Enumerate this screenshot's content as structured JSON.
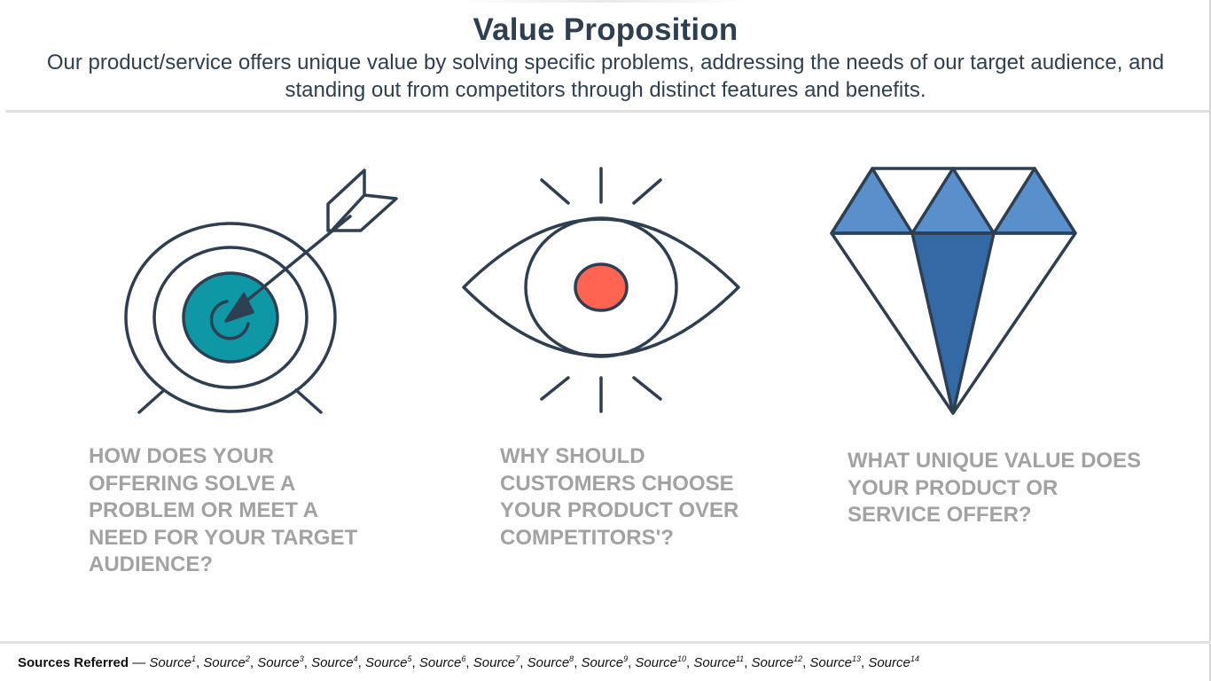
{
  "header": {
    "title": "Value Proposition",
    "subtitle": "Our product/service offers unique value by solving specific problems, addressing the needs of our target audience, and standing out from competitors through distinct features and benefits."
  },
  "icons": {
    "target": "target-with-arrow-icon",
    "eye": "eye-icon",
    "diamond": "diamond-icon"
  },
  "colors": {
    "text_dark": "#2f3f52",
    "question_gray": "#a2a2a2",
    "target_teal": "#0e98a6",
    "eye_coral": "#ff6352",
    "diamond_light": "#5990cc",
    "diamond_dark": "#336aa5"
  },
  "questions": [
    "HOW DOES YOUR OFFERING SOLVE A PROBLEM OR MEET A NEED FOR YOUR TARGET AUDIENCE?",
    "WHY SHOULD CUSTOMERS CHOOSE YOUR PRODUCT OVER COMPETITORS'?",
    "WHAT UNIQUE VALUE DOES YOUR PRODUCT OR SERVICE OFFER?"
  ],
  "footer": {
    "label": "Sources Referred",
    "dash": " — ",
    "source_word": "Source",
    "sources": [
      "1",
      "2",
      "3",
      "4",
      "5",
      "6",
      "7",
      "8",
      "9",
      "10",
      "11",
      "12",
      "13",
      "14"
    ]
  }
}
